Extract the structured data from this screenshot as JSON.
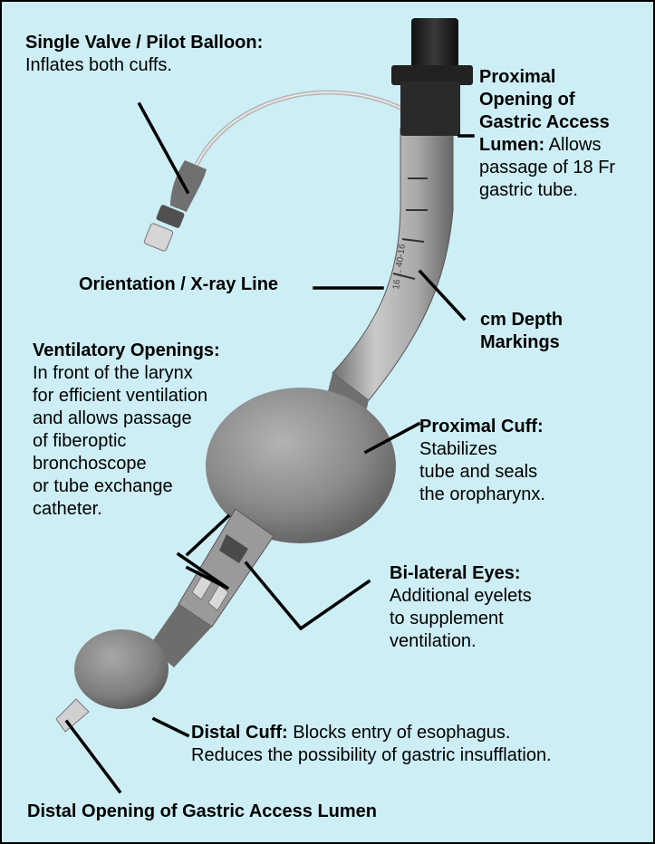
{
  "labels": {
    "single_valve": {
      "title": "Single Valve / Pilot Balloon:",
      "desc": "Inflates both cuffs."
    },
    "proximal_opening": {
      "title_lines": [
        "Proximal",
        "Opening of",
        "Gastric Access"
      ],
      "title_tail": "Lumen:",
      "desc_inline": "Allows",
      "desc_lines": [
        "passage of 18 Fr",
        "gastric tube."
      ]
    },
    "orientation_line": {
      "title": "Orientation / X-ray Line"
    },
    "cm_depth": {
      "title_lines": [
        "cm Depth",
        "Markings"
      ]
    },
    "ventilatory_openings": {
      "title": "Ventilatory Openings:",
      "desc_lines": [
        "In front of the larynx",
        "for efficient ventilation",
        "and allows passage",
        "of fiberoptic",
        "bronchoscope",
        "or tube exchange",
        "catheter."
      ]
    },
    "proximal_cuff": {
      "title": "Proximal Cuff:",
      "desc_lines": [
        "Stabilizes",
        "tube and seals",
        "the oropharynx."
      ]
    },
    "bilateral_eyes": {
      "title": "Bi-lateral Eyes:",
      "desc_lines": [
        "Additional eyelets",
        "to supplement",
        "ventilation."
      ]
    },
    "distal_cuff": {
      "title": "Distal Cuff:",
      "desc_inline": "Blocks entry of esophagus.",
      "desc_line2": "Reduces the possibility of gastric insufflation."
    },
    "distal_opening": {
      "title": "Distal Opening of Gastric Access Lumen"
    }
  },
  "tube_markings": "16 ... 40-16",
  "colors": {
    "background": "#cdeef5",
    "border": "#000000",
    "text": "#000000"
  }
}
